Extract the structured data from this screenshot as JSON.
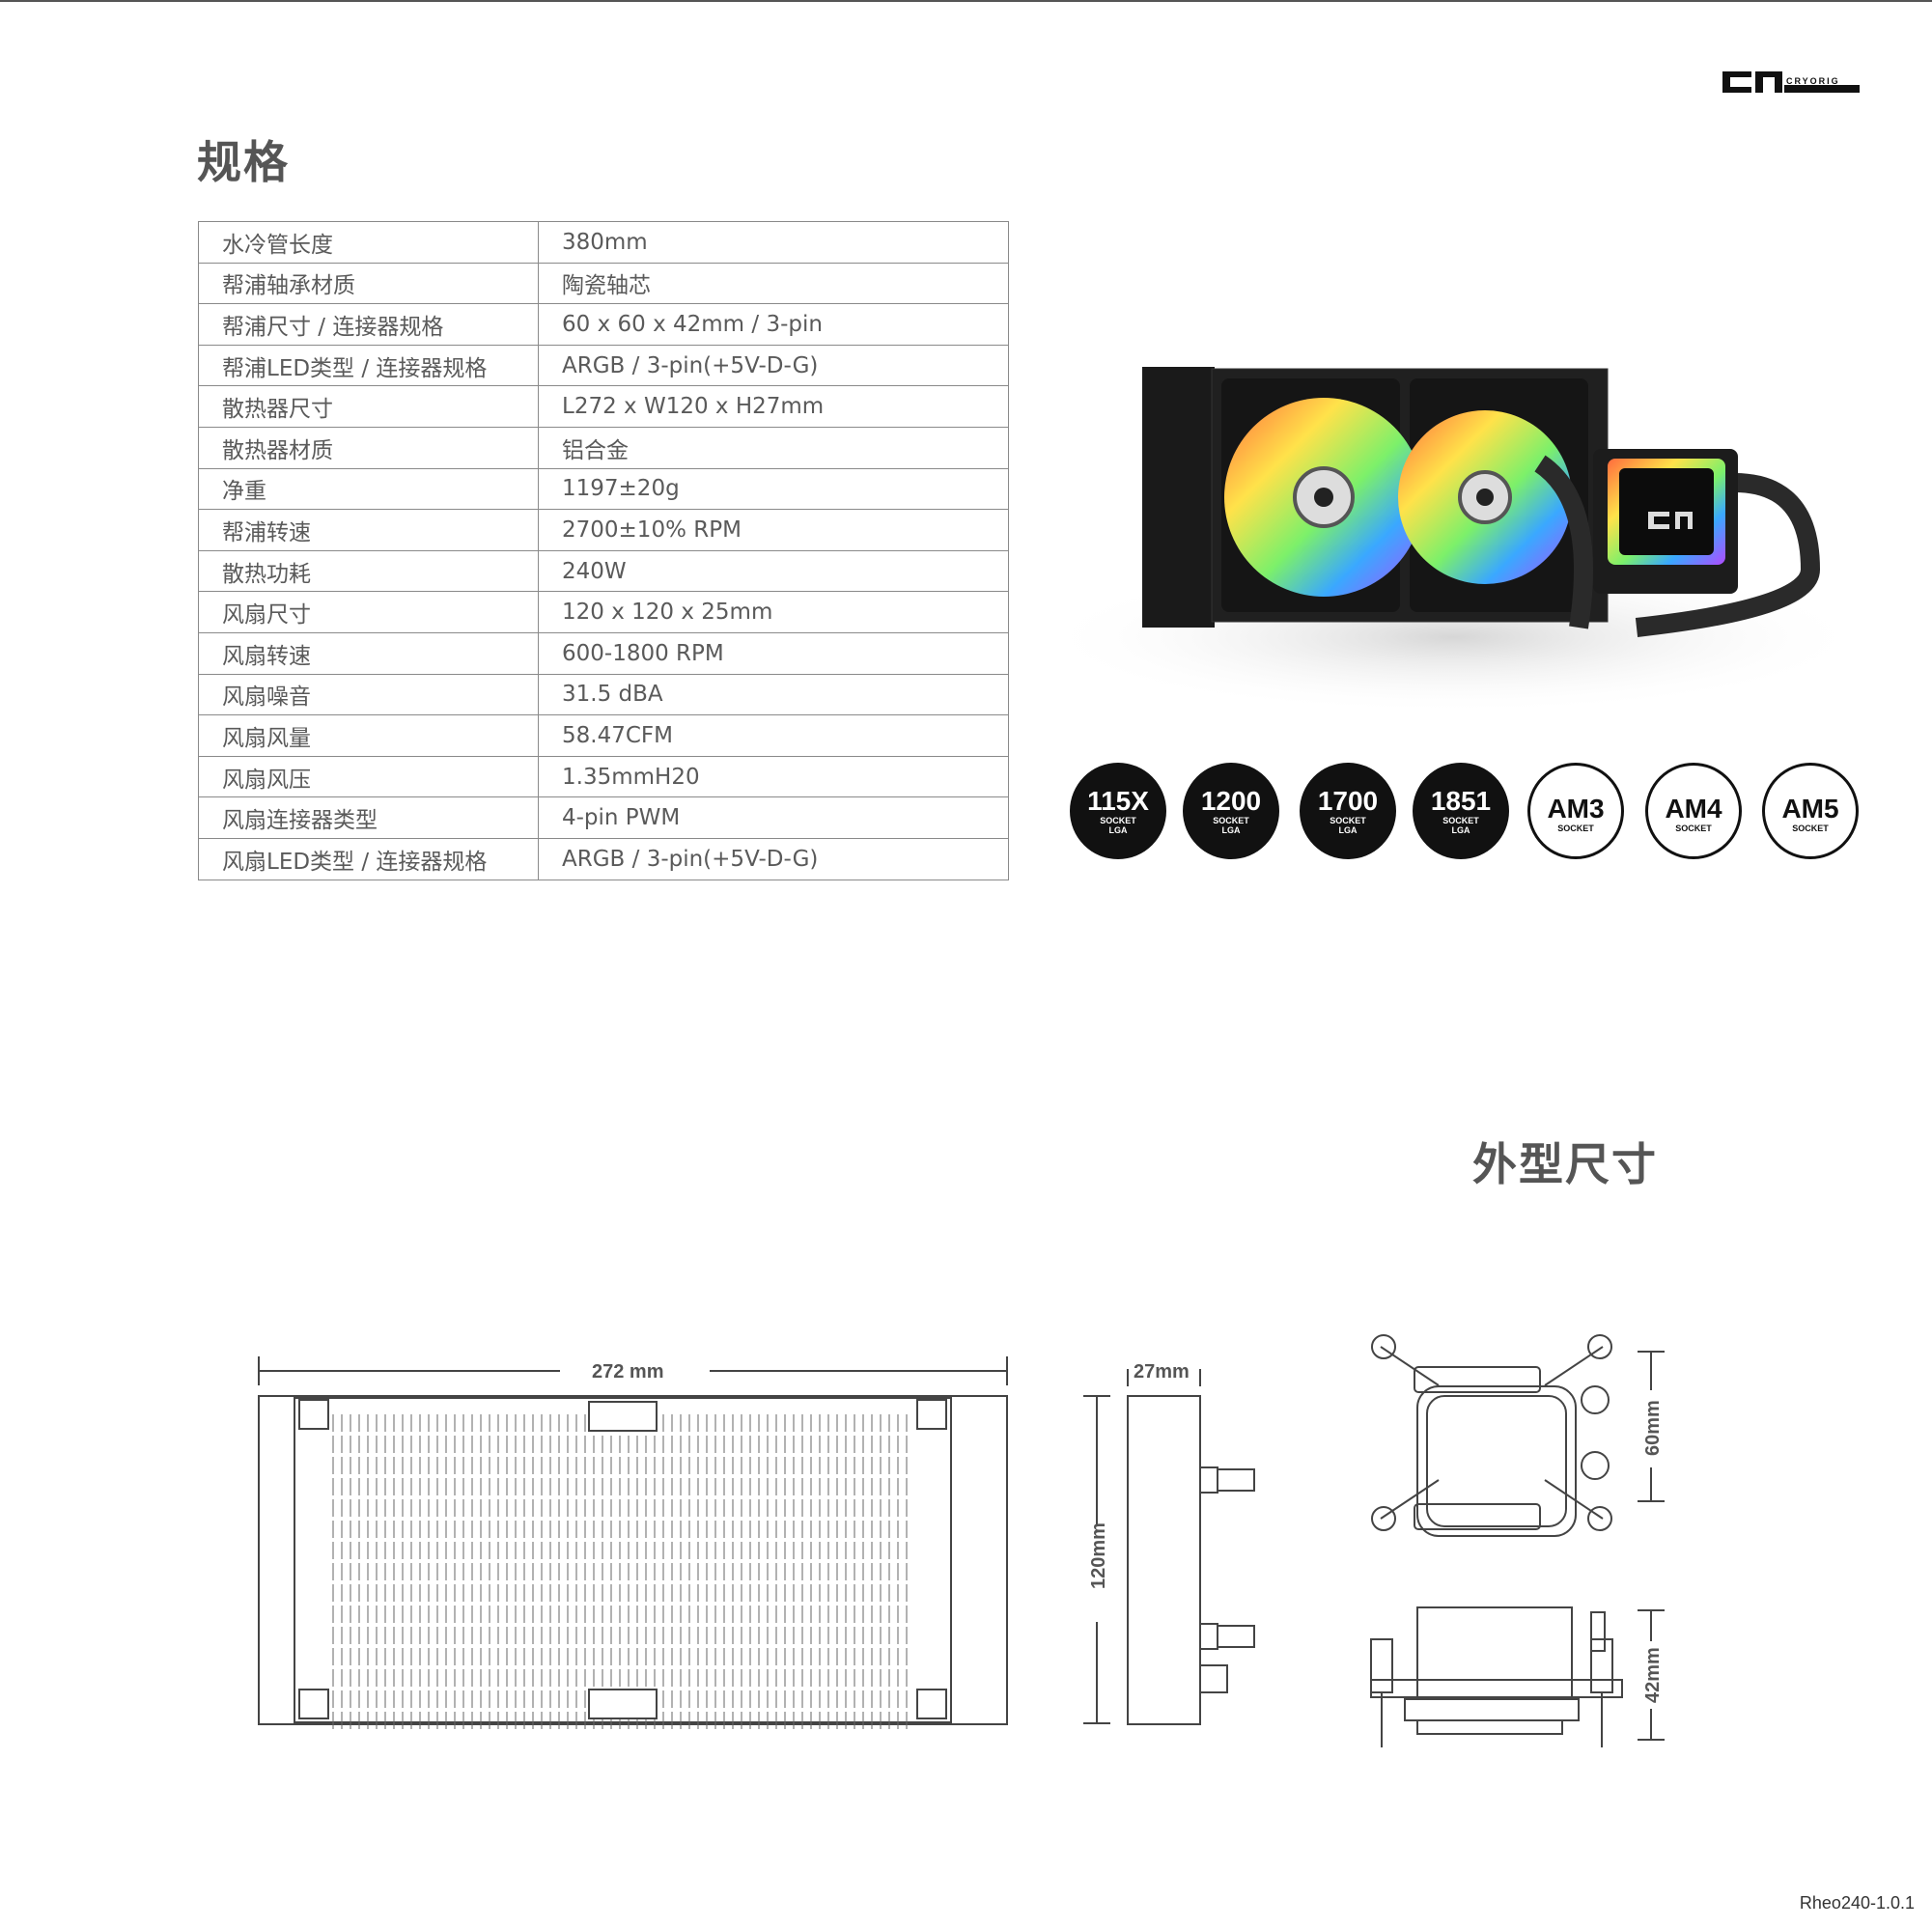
{
  "brand": {
    "logo_text": "CRYORIG"
  },
  "specs": {
    "title": "规格",
    "rows": [
      {
        "label": "水冷管长度",
        "value": "380mm"
      },
      {
        "label": "帮浦轴承材质",
        "value": "陶瓷轴芯"
      },
      {
        "label": "帮浦尺寸 / 连接器规格",
        "value": "60 x 60 x 42mm / 3-pin"
      },
      {
        "label": "帮浦LED类型 / 连接器规格",
        "value": "ARGB / 3-pin(+5V-D-G)"
      },
      {
        "label": "散热器尺寸",
        "value": "L272 x W120 x H27mm"
      },
      {
        "label": "散热器材质",
        "value": "铝合金"
      },
      {
        "label": "净重",
        "value": "1197±20g"
      },
      {
        "label": "帮浦转速",
        "value": "2700±10% RPM"
      },
      {
        "label": "散热功耗",
        "value": "240W"
      },
      {
        "label": "风扇尺寸",
        "value": "120 x 120 x 25mm"
      },
      {
        "label": "风扇转速",
        "value": "600-1800 RPM"
      },
      {
        "label": "风扇噪音",
        "value": "31.5 dBA"
      },
      {
        "label": "风扇风量",
        "value": "58.47CFM"
      },
      {
        "label": "风扇风压",
        "value": "1.35mmH20"
      },
      {
        "label": "风扇连接器类型",
        "value": "4-pin PWM"
      },
      {
        "label": "风扇LED类型 / 连接器规格",
        "value": "ARGB / 3-pin(+5V-D-G)"
      }
    ]
  },
  "sockets": [
    {
      "name": "115X",
      "sub1": "SOCKET",
      "sub2": "LGA",
      "style": "dark"
    },
    {
      "name": "1200",
      "sub1": "SOCKET",
      "sub2": "LGA",
      "style": "dark"
    },
    {
      "name": "1700",
      "sub1": "SOCKET",
      "sub2": "LGA",
      "style": "dark"
    },
    {
      "name": "1851",
      "sub1": "SOCKET",
      "sub2": "LGA",
      "style": "dark"
    },
    {
      "name": "AM3",
      "sub1": "SOCKET",
      "sub2": "",
      "style": "light"
    },
    {
      "name": "AM4",
      "sub1": "SOCKET",
      "sub2": "",
      "style": "light"
    },
    {
      "name": "AM5",
      "sub1": "SOCKET",
      "sub2": "",
      "style": "light"
    }
  ],
  "dimensions": {
    "title": "外型尺寸",
    "radiator_length": "272 mm",
    "radiator_thickness": "27mm",
    "radiator_height": "120mm",
    "pump_width": "60mm",
    "pump_height": "42mm"
  },
  "footer": {
    "doc_id": "Rheo240-1.0.1"
  },
  "colors": {
    "text": "#5a5a5a",
    "table_border": "#8a8a8a",
    "socket_dark": "#111111"
  }
}
